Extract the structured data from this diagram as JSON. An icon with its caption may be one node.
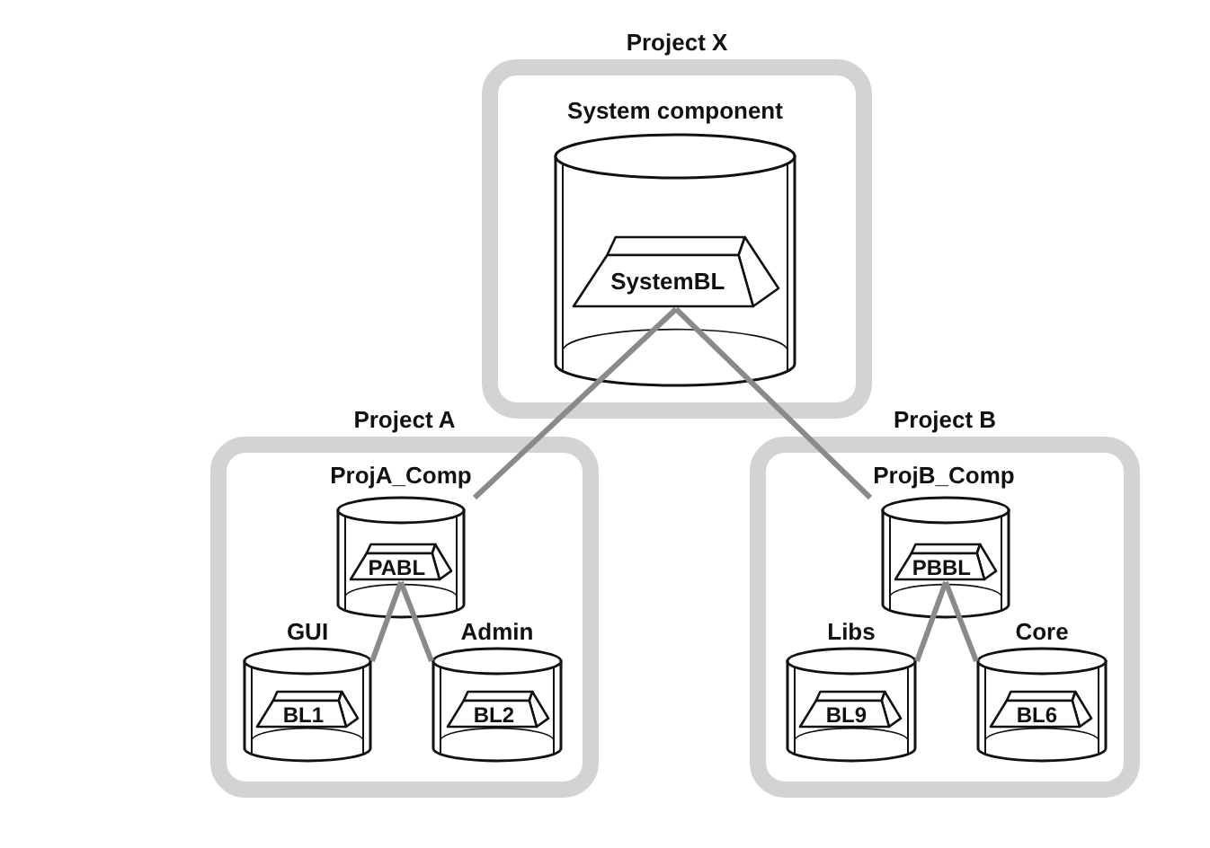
{
  "diagram": {
    "nodes": [
      {
        "text": [
          "Project X"
        ]
      },
      {
        "text": [
          "System component"
        ],
        "in": 0
      },
      {
        "text": [
          "SystemBL"
        ],
        "in": 1
      },
      {
        "text": [
          "Project A"
        ]
      },
      {
        "text": [
          "ProjA_Comp"
        ],
        "in": 3
      },
      {
        "text": [
          "PABL"
        ],
        "in": 4
      },
      {
        "text": [
          "GUI"
        ],
        "in": 3
      },
      {
        "text": [
          "BL1"
        ],
        "in": 6
      },
      {
        "text": [
          "Admin"
        ],
        "in": 3
      },
      {
        "text": [
          "BL2"
        ],
        "in": 8
      },
      {
        "text": [
          "Project B"
        ]
      },
      {
        "text": [
          "ProjB_Comp"
        ],
        "in": 10
      },
      {
        "text": [
          "PBBL"
        ],
        "in": 11
      },
      {
        "text": [
          "Libs"
        ],
        "in": 10
      },
      {
        "text": [
          "BL9"
        ],
        "in": 13
      },
      {
        "text": [
          "Core"
        ],
        "in": 10
      },
      {
        "text": [
          "BL6"
        ],
        "in": 15
      }
    ],
    "edges": [
      {
        "from": 2,
        "to": 4,
        "arrow": "none"
      },
      {
        "from": 2,
        "to": 11,
        "arrow": "none"
      },
      {
        "from": 5,
        "to": 6,
        "arrow": "none"
      },
      {
        "from": 5,
        "to": 8,
        "arrow": "none"
      },
      {
        "from": 12,
        "to": 13,
        "arrow": "none"
      },
      {
        "from": 12,
        "to": 15,
        "arrow": "none"
      }
    ]
  }
}
